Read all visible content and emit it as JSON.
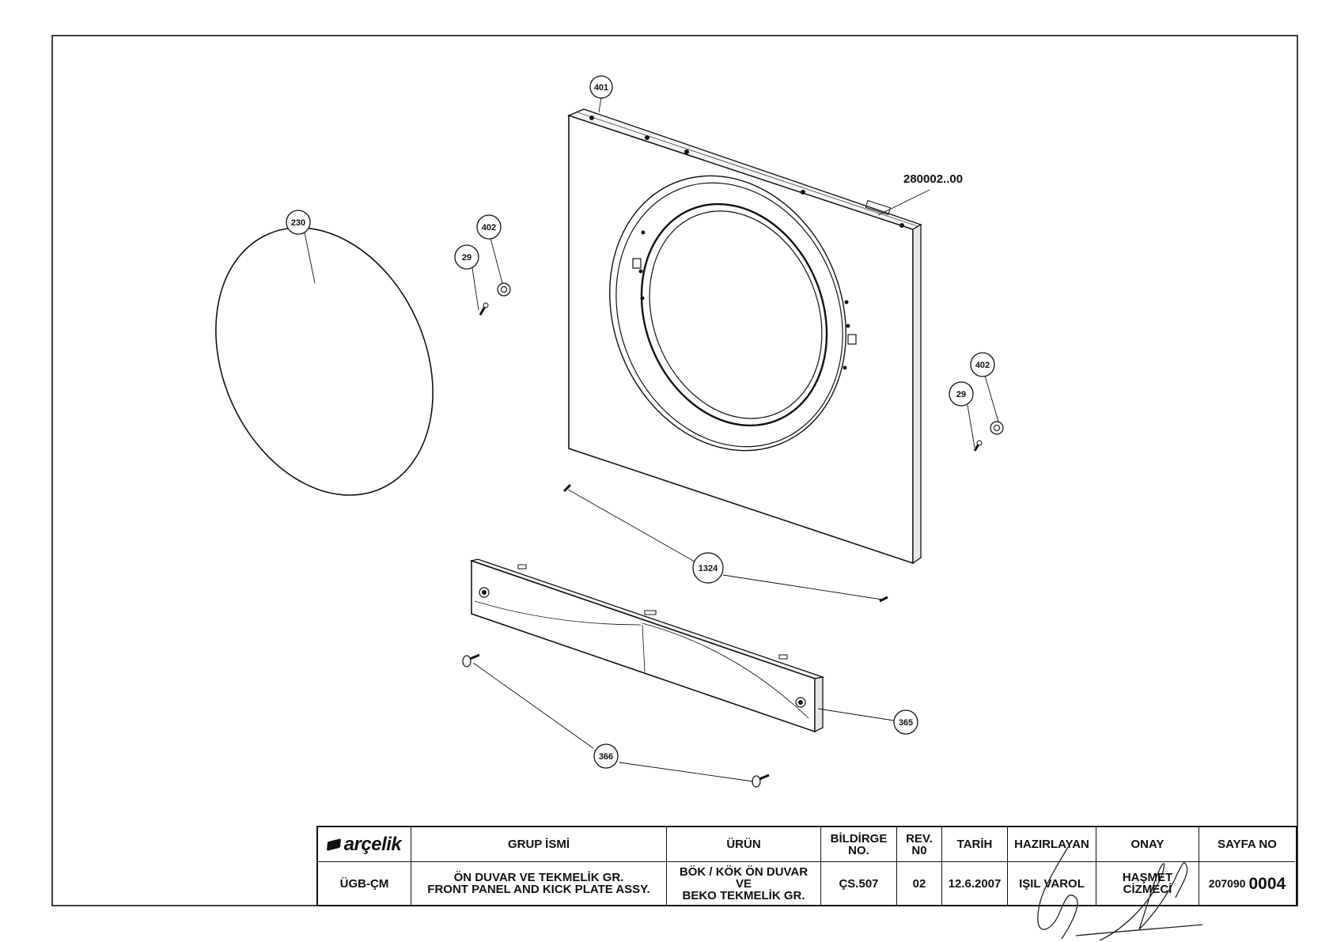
{
  "diagram": {
    "part_labels": {
      "p401": "401",
      "p230": "230",
      "p402a": "402",
      "p29a": "29",
      "p402b": "402",
      "p29b": "29",
      "p1324": "1324",
      "p365": "365",
      "p366": "366"
    },
    "reference_label": "280002..00"
  },
  "title_block": {
    "logo_text": "arçelik",
    "headers": {
      "group_name": "GRUP İSMİ",
      "product": "ÜRÜN",
      "bildirge_no_line1": "BİLDİRGE",
      "bildirge_no_line2": "NO.",
      "rev_no_line1": "REV.",
      "rev_no_line2": "N0",
      "date": "TARİH",
      "prepared_by": "HAZIRLAYAN",
      "approval": "ONAY",
      "page_no": "SAYFA NO"
    },
    "values": {
      "group_code": "ÜGB-ÇM",
      "group_name_line1": "ÖN DUVAR VE TEKMELİK GR.",
      "group_name_line2": "FRONT PANEL AND KICK PLATE ASSY.",
      "product_line1": "BÖK / KÖK ÖN DUVAR",
      "product_line2": "VE",
      "product_line3": "BEKO TEKMELİK GR.",
      "bildirge_no": "ÇS.507",
      "rev_no": "02",
      "date": "12.6.2007",
      "prepared_by": "IŞIL VAROL",
      "approval": "HAŞMET CİZMECİ",
      "page_no_prefix": "207090",
      "page_no_number": "0004"
    }
  }
}
